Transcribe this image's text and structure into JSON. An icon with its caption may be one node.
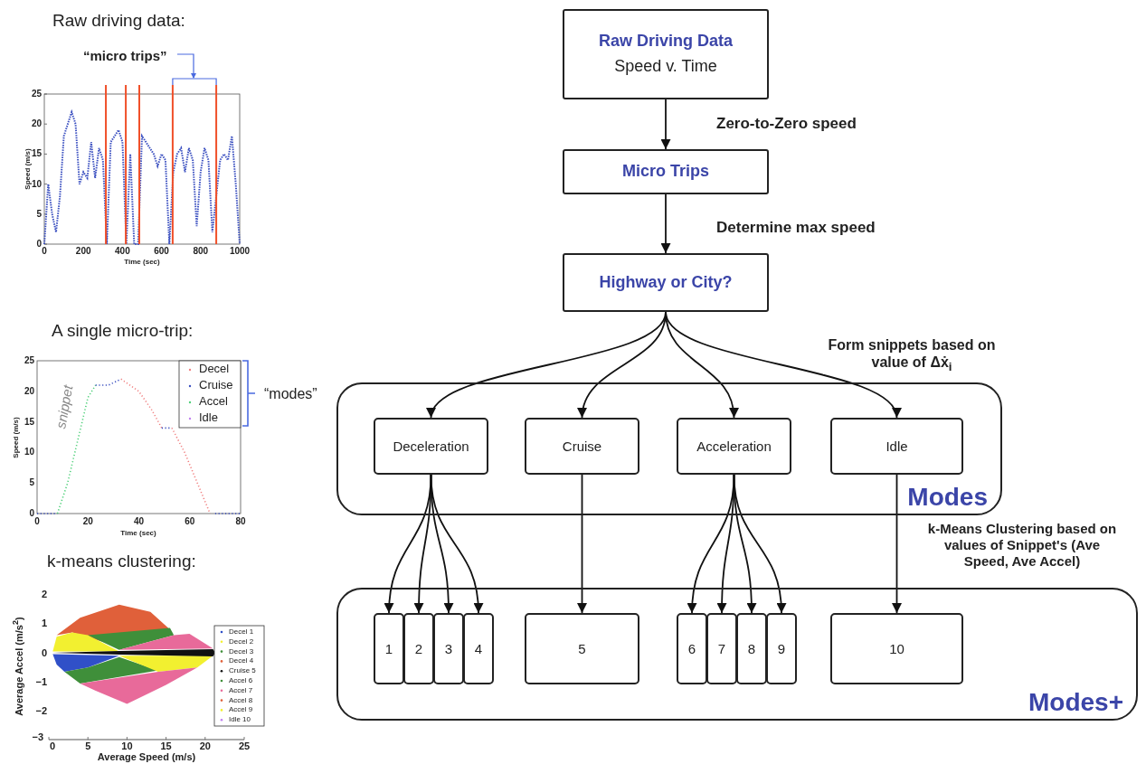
{
  "diagram": {
    "nodes": [
      {
        "text": [
          "Raw Driving Data",
          "Speed v. Time"
        ]
      },
      {
        "text": [
          "Micro Trips"
        ]
      },
      {
        "text": [
          "Highway or City?"
        ]
      },
      {
        "text": [
          "Modes"
        ]
      },
      {
        "text": [
          "Deceleration"
        ],
        "in": 3
      },
      {
        "text": [
          "Cruise"
        ],
        "in": 3
      },
      {
        "text": [
          "Acceleration"
        ],
        "in": 3
      },
      {
        "text": [
          "Idle"
        ],
        "in": 3
      },
      {
        "text": [
          "Modes+"
        ]
      },
      {
        "text": [
          "1"
        ],
        "in": 8
      },
      {
        "text": [
          "2"
        ],
        "in": 8
      },
      {
        "text": [
          "3"
        ],
        "in": 8
      },
      {
        "text": [
          "4"
        ],
        "in": 8
      },
      {
        "text": [
          "5"
        ],
        "in": 8
      },
      {
        "text": [
          "6"
        ],
        "in": 8
      },
      {
        "text": [
          "7"
        ],
        "in": 8
      },
      {
        "text": [
          "8"
        ],
        "in": 8
      },
      {
        "text": [
          "9"
        ],
        "in": 8
      },
      {
        "text": [
          "10"
        ],
        "in": 8
      }
    ],
    "edges": [
      {
        "from": 0,
        "to": 1,
        "arrow": "to",
        "label": "Zero-to-Zero speed"
      },
      {
        "from": 1,
        "to": 2,
        "arrow": "to",
        "label": "Determine max speed"
      },
      {
        "from": 2,
        "to": 4,
        "arrow": "to"
      },
      {
        "from": 2,
        "to": 5,
        "arrow": "to"
      },
      {
        "from": 2,
        "to": 6,
        "arrow": "to"
      },
      {
        "from": 2,
        "to": 7,
        "arrow": "to",
        "label": "Form snippets based on value of Δẋ$_{i}$"
      },
      {
        "from": 4,
        "to": 9,
        "arrow": "to"
      },
      {
        "from": 4,
        "to": 10,
        "arrow": "to"
      },
      {
        "from": 4,
        "to": 11,
        "arrow": "to"
      },
      {
        "from": 4,
        "to": 12,
        "arrow": "to"
      },
      {
        "from": 5,
        "to": 13,
        "arrow": "to"
      },
      {
        "from": 6,
        "to": 14,
        "arrow": "to"
      },
      {
        "from": 6,
        "to": 15,
        "arrow": "to"
      },
      {
        "from": 6,
        "to": 16,
        "arrow": "to"
      },
      {
        "from": 6,
        "to": 17,
        "arrow": "to"
      },
      {
        "from": 7,
        "to": 18,
        "arrow": "to",
        "label": "k-Means Clustering based on values of Snippet's (Ave Speed, Ave Accel)"
      }
    ],
    "labels": [
      "Raw driving data:",
      "“micro trips”",
      "0",
      "5",
      "10",
      "15",
      "20",
      "25",
      "0",
      "200",
      "400",
      "600",
      "800",
      "1000",
      "Speed (m/s)",
      "Time (sec)",
      "A single micro-trip:",
      "snippet",
      "Decel",
      "Cruise",
      "Accel",
      "Idle",
      "“modes”",
      "0",
      "5",
      "10",
      "15",
      "20",
      "25",
      "0",
      "20",
      "40",
      "60",
      "80",
      "Speed (m/s)",
      "Time (sec)",
      "k-means clustering:",
      "2",
      "1",
      "0",
      "−1",
      "−2",
      "−3",
      "Average Accel (m/s$^{2}$)",
      "0",
      "5",
      "10",
      "15",
      "20",
      "25",
      "Average Speed (m/s)",
      "Decel 1",
      "Decel 2",
      "Decel 3",
      "Decel 4",
      "Cruise 5",
      "Accel 6",
      "Accel 7",
      "Accel 8",
      "Accel 9",
      "Idle 10"
    ]
  }
}
